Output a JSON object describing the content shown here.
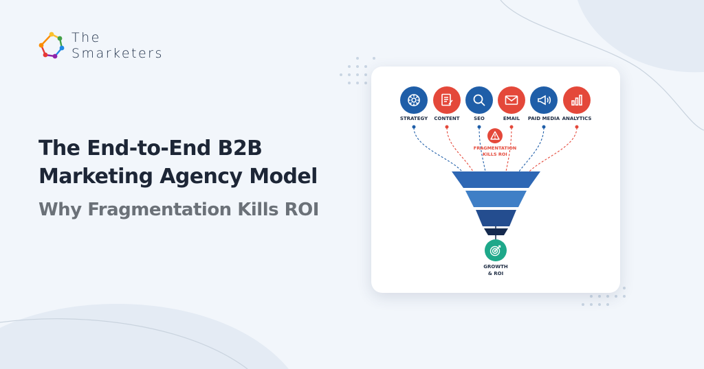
{
  "brand": {
    "line1": "The",
    "line2": "Smarketers",
    "logo_colors": [
      "#e53935",
      "#fbc02d",
      "#43a047",
      "#1e88e5",
      "#8e24aa"
    ]
  },
  "headline": {
    "line1": "The End-to-End B2B",
    "line2": "Marketing Agency Model"
  },
  "subheadline": "Why Fragmentation Kills ROI",
  "infographic": {
    "channels": [
      {
        "label": "STRATEGY",
        "icon": "strategy-gears-icon",
        "color": "#1f5ea8"
      },
      {
        "label": "CONTENT",
        "icon": "content-document-icon",
        "color": "#e4483a"
      },
      {
        "label": "SEO",
        "icon": "seo-magnifier-icon",
        "color": "#1f5ea8"
      },
      {
        "label": "EMAIL",
        "icon": "email-envelope-icon",
        "color": "#e4483a"
      },
      {
        "label": "PAID MEDIA",
        "icon": "paid-media-megaphone-icon",
        "color": "#1f5ea8"
      },
      {
        "label": "ANALYTICS",
        "icon": "analytics-bar-chart-icon",
        "color": "#e4483a"
      }
    ],
    "warning": {
      "line1": "FRAGMENTATION",
      "line2": "KILLS ROI",
      "icon": "warning-triangle-icon",
      "color": "#e4483a"
    },
    "funnel_colors": [
      "#2e67b4",
      "#3f7fc6",
      "#244d8f",
      "#152a4e"
    ],
    "outcome": {
      "line1": "GROWTH",
      "line2": "& ROI",
      "icon": "target-icon",
      "color": "#1ea88a"
    }
  }
}
